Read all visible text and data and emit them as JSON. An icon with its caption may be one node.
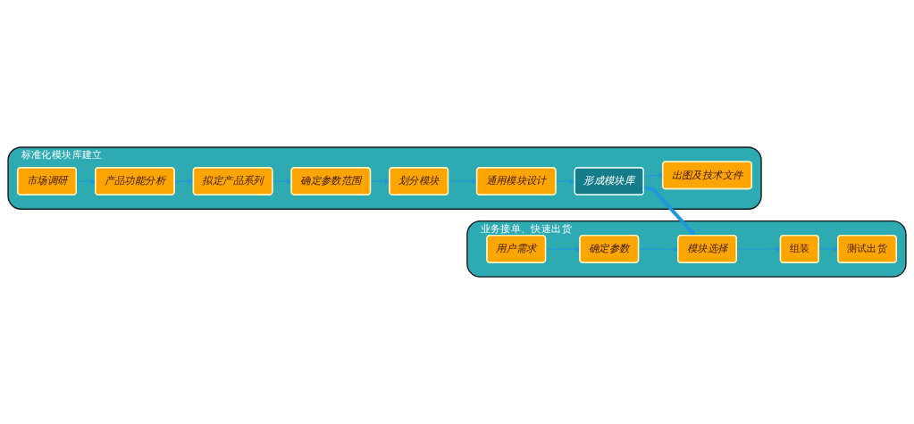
{
  "diagram": {
    "nodes": [
      {
        "text": [
          "标准化模块库建立"
        ]
      },
      {
        "text": [
          "市场调研"
        ],
        "in": 0
      },
      {
        "text": [
          "产品功能分析"
        ],
        "in": 0
      },
      {
        "text": [
          "拟定产品系列"
        ],
        "in": 0
      },
      {
        "text": [
          "确定参数范围"
        ],
        "in": 0
      },
      {
        "text": [
          "出图及技术文件"
        ],
        "in": 0
      },
      {
        "text": [
          "形成模块库"
        ],
        "in": 0
      },
      {
        "text": [
          "通用模块设计"
        ],
        "in": 0
      },
      {
        "text": [
          "划分模块"
        ],
        "in": 0
      },
      {
        "text": [
          "业务接单、快速出货"
        ]
      },
      {
        "text": [
          "用户需求"
        ],
        "in": 9
      },
      {
        "text": [
          "确定参数"
        ],
        "in": 9
      },
      {
        "text": [
          "模块选择"
        ],
        "in": 9
      },
      {
        "text": [
          "组装"
        ],
        "in": 9
      },
      {
        "text": [
          "测试出货"
        ],
        "in": 9
      }
    ],
    "edges": [
      {
        "from": 1,
        "to": 2,
        "arrow": "to"
      },
      {
        "from": 2,
        "to": 3,
        "arrow": "to"
      },
      {
        "from": 3,
        "to": 4,
        "arrow": "to"
      },
      {
        "from": 4,
        "to": 8,
        "arrow": "to"
      },
      {
        "from": 8,
        "to": 7,
        "arrow": "to"
      },
      {
        "from": 7,
        "to": 6,
        "arrow": "to"
      },
      {
        "from": 6,
        "to": 5,
        "arrow": "to"
      },
      {
        "from": 6,
        "to": 12,
        "arrow": "to",
        "style": "thick"
      },
      {
        "from": 10,
        "to": 11,
        "arrow": "to"
      },
      {
        "from": 11,
        "to": 12,
        "arrow": "to"
      },
      {
        "from": 12,
        "to": 13,
        "arrow": "to"
      },
      {
        "from": 13,
        "to": 14,
        "arrow": "to"
      }
    ]
  }
}
